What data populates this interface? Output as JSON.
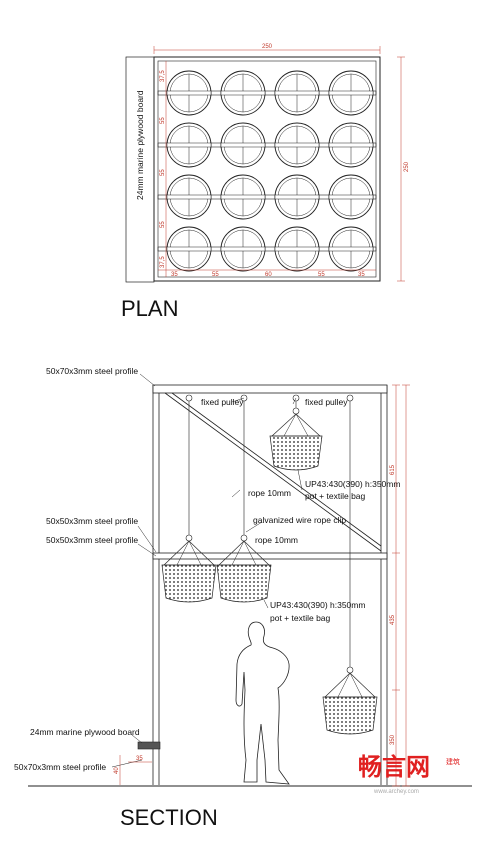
{
  "plan": {
    "title": "PLAN",
    "side_label": "24mm marine plywood board",
    "dim_top": "250",
    "dim_right": "250",
    "dims_left": [
      "37,5",
      "55",
      "55",
      "55",
      "37,5"
    ],
    "dims_bottom": [
      "35",
      "55",
      "60",
      "55",
      "35"
    ]
  },
  "section": {
    "title": "SECTION",
    "labels": {
      "steel_top": "50x70x3mm steel profile",
      "steel_mid1": "50x50x3mm steel profile",
      "steel_mid2": "50x50x3mm steel profile",
      "plywood": "24mm marine plywood board",
      "steel_bottom": "50x70x3mm steel profile",
      "pulley_left": "fixed pulley",
      "pulley_right": "fixed pulley",
      "rope_top": "rope 10mm",
      "wire_clip": "galvanized wire rope clip",
      "rope_mid": "rope 10mm",
      "pot_top_1": "UP43:430(390) h:350mm",
      "pot_top_2": "pot + textile bag",
      "pot_mid_1": "UP43:430(390) h:350mm",
      "pot_mid_2": "pot + textile bag"
    },
    "dims_right": [
      "615",
      "435",
      "350"
    ],
    "dim_small": [
      "40",
      "35"
    ]
  },
  "watermark": {
    "brand": "畅言网",
    "tag": "建筑",
    "url": "www.archey.com"
  },
  "colors": {
    "line": "#222222",
    "dimension": "#c0392b",
    "watermark": "#e02020"
  }
}
